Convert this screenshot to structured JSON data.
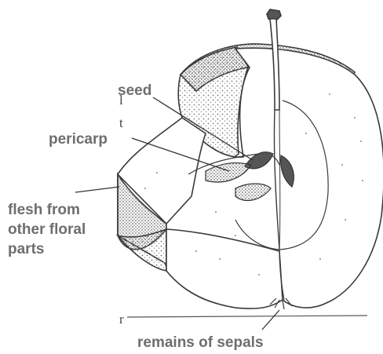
{
  "heading_fragment": "",
  "left_fragments": [
    "l",
    "t",
    "r"
  ],
  "labels": {
    "seed": "seed",
    "pericarp": "pericarp",
    "flesh_line1": "flesh from",
    "flesh_line2": "other floral",
    "flesh_line3": "parts",
    "sepals": "remains of sepals"
  }
}
